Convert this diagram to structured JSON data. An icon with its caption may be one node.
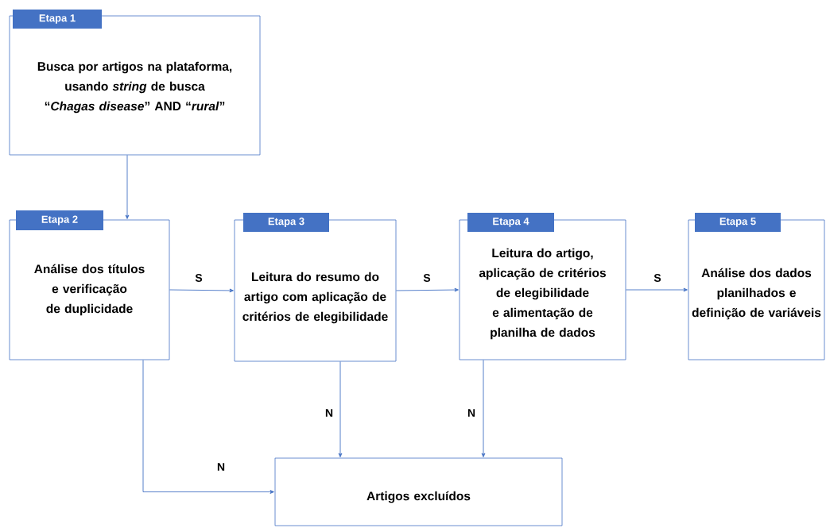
{
  "diagram": {
    "nodes": [
      {
        "text": [
          "Etapa 1",
          "Busca por artigos na plataforma, usando *string* de busca “*Chagas disease*” AND “*rural*”"
        ]
      },
      {
        "text": [
          "Etapa 2",
          "Análise dos títulos e verificação de duplicidade"
        ]
      },
      {
        "text": [
          "Etapa 3",
          "Leitura do resumo do artigo com aplicação de critérios de elegibilidade"
        ]
      },
      {
        "text": [
          "Etapa 4",
          "Leitura do artigo, aplicação de critérios de elegibilidade e alimentação de planilha de dados"
        ]
      },
      {
        "text": [
          "Etapa 5",
          "Análise dos dados planilhados e definição de variáveis"
        ]
      },
      {
        "text": [
          "Artigos excluídos"
        ]
      }
    ],
    "edges": [
      {
        "from": 0,
        "to": 1,
        "arrow": "to"
      },
      {
        "from": 1,
        "to": 2,
        "arrow": "to",
        "label": "S"
      },
      {
        "from": 2,
        "to": 3,
        "arrow": "to",
        "label": "S"
      },
      {
        "from": 3,
        "to": 4,
        "arrow": "to",
        "label": "S"
      },
      {
        "from": 1,
        "to": 5,
        "arrow": "to",
        "label": "N"
      },
      {
        "from": 2,
        "to": 5,
        "arrow": "to",
        "label": "N"
      },
      {
        "from": 3,
        "to": 5,
        "arrow": "to",
        "label": "N"
      }
    ]
  }
}
